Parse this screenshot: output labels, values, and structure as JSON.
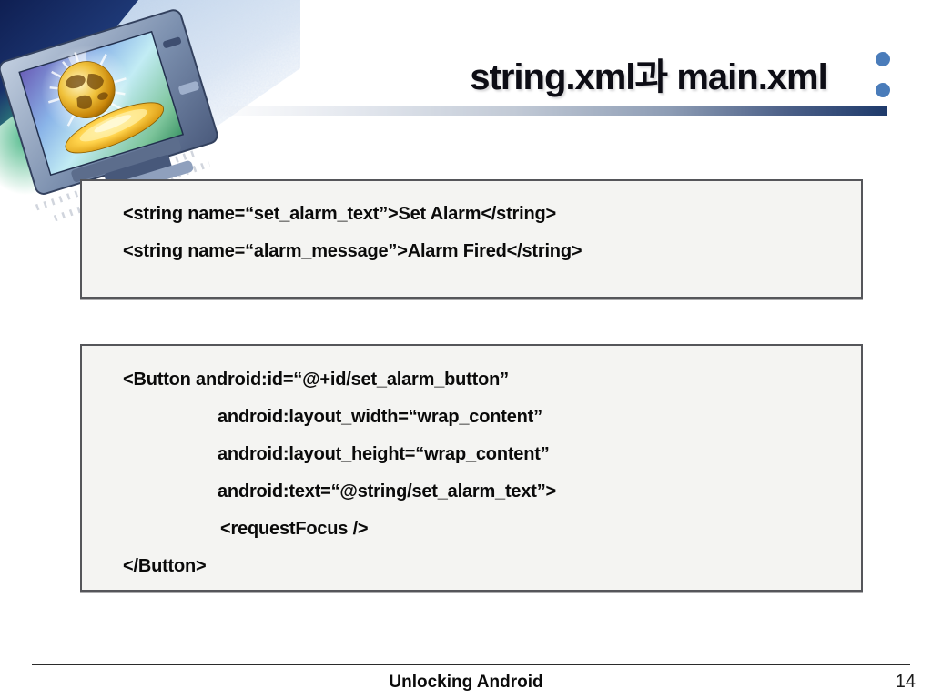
{
  "title": {
    "text": "string.xml과 main.xml"
  },
  "decor": {
    "clipart_name": "computer-monitor-golden-globe-clipart",
    "bullet_color": "#4a7cba",
    "bar_end_color": "#1e3a6b"
  },
  "strings_xml_box": {
    "lines": [
      "<string name=“set_alarm_text”>Set Alarm</string>",
      "<string name=“alarm_message”>Alarm Fired</string>"
    ]
  },
  "main_xml_box": {
    "lines": [
      "<Button android:id=“@+id/set_alarm_button”",
      "android:layout_width=“wrap_content”",
      "android:layout_height=“wrap_content”",
      "android:text=“@string/set_alarm_text”>",
      "<requestFocus />",
      "</Button>"
    ]
  },
  "footer": {
    "book_title": "Unlocking Android",
    "page_number": "14"
  },
  "colors": {
    "title_text": "#0d0d15",
    "box_background": "#f4f4f2",
    "box_border": "#55565a",
    "footer_line": "#2b2b2b"
  }
}
